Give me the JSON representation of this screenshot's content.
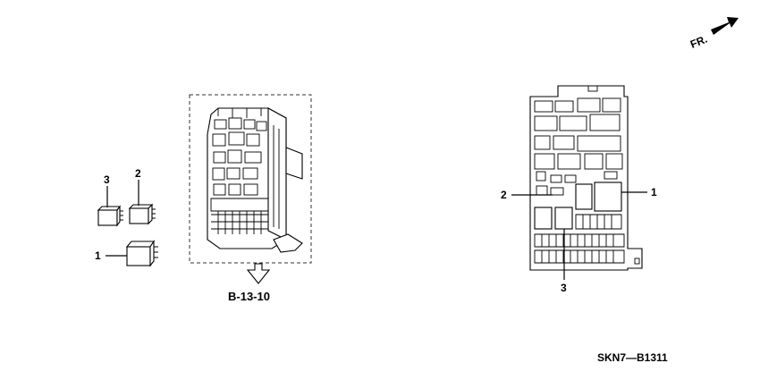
{
  "diagram": {
    "direction_label": "FR.",
    "reference_label": "B-13-10",
    "drawing_code": "SKN7—B1311",
    "callouts": {
      "relay_left_1": "1",
      "relay_left_2": "2",
      "relay_left_3": "3",
      "box_right_1": "1",
      "box_right_2": "2",
      "box_right_3": "3"
    }
  }
}
